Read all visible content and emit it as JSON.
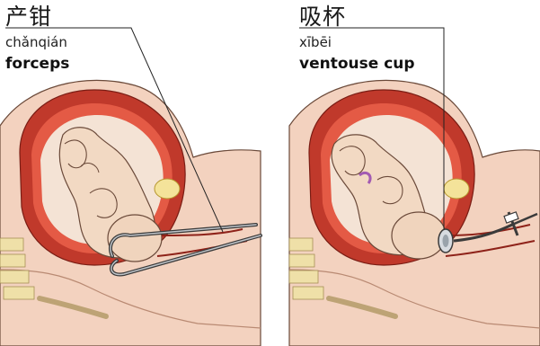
{
  "labels": {
    "left": {
      "chinese": "产钳",
      "pinyin": "chǎnqián",
      "english": "forceps"
    },
    "right": {
      "chinese": "吸杯",
      "pinyin": "xībēi",
      "english": "ventouse cup"
    }
  },
  "colors": {
    "skin": "#f3d2bf",
    "skin_shade": "#e7b59c",
    "tissue_red": "#c0392b",
    "tissue_dark": "#8e2219",
    "fetus": "#f2d9c3",
    "spine": "#efe0a8",
    "instrument": "#3a3a3a",
    "cup": "#d7dbe0"
  }
}
